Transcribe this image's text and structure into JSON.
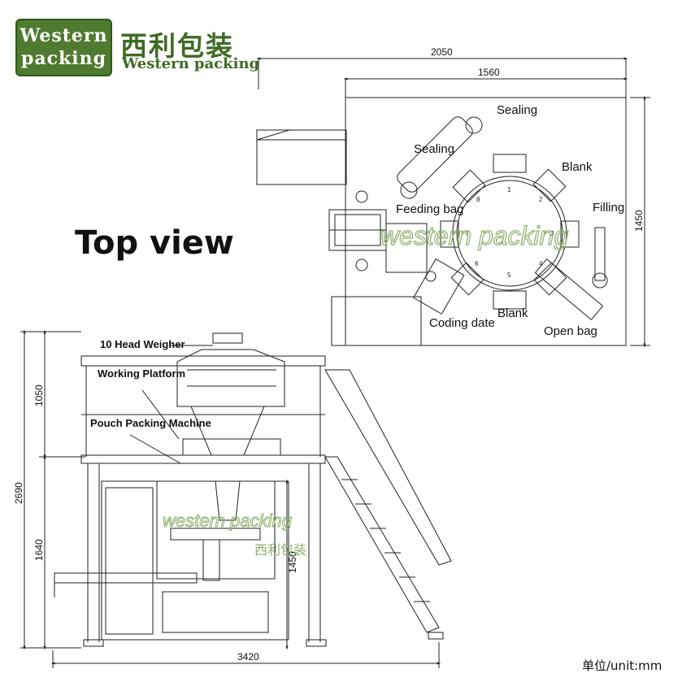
{
  "logo": {
    "line1": "Western",
    "line2": "packing",
    "brand_cn": "西利包装",
    "brand_en": "Western packing"
  },
  "title": "Top view",
  "unit_label": "单位/unit:mm",
  "top_view": {
    "dim_width_outer": "2050",
    "dim_width_inner": "1560",
    "dim_height": "1450",
    "stations": {
      "sealing_top": "Sealing",
      "sealing_left": "Sealing",
      "blank_top": "Blank",
      "filling": "Filling",
      "feeding_bag": "Feeding bag",
      "coding_date": "Coding date",
      "blank_bottom": "Blank",
      "open_bag": "Open bag"
    },
    "station_numbers": [
      "1",
      "2",
      "3",
      "4",
      "5",
      "6",
      "7",
      "8"
    ],
    "watermark": "western packing"
  },
  "front_view": {
    "labels": {
      "weigher": "10 Head Weigher",
      "platform": "Working Platform",
      "machine": "Pouch Packing Machine"
    },
    "dim_total_height": "2690",
    "dim_upper_height": "1050",
    "dim_lower_height": "1640",
    "dim_machine_height": "1450",
    "dim_width": "3420",
    "watermark_en": "western packing",
    "watermark_cn": "西利包装"
  }
}
